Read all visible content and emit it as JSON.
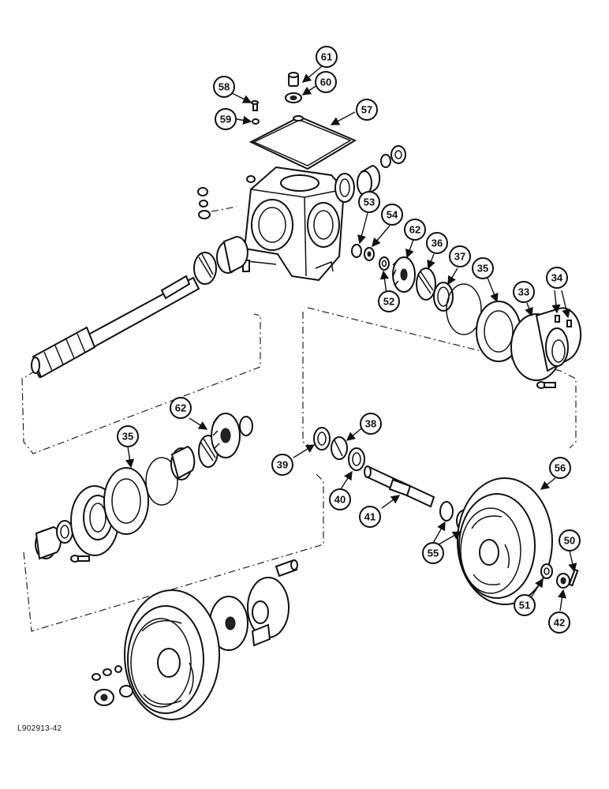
{
  "callouts": [
    "61",
    "58",
    "60",
    "59",
    "57",
    "53",
    "54",
    "62",
    "36",
    "37",
    "35",
    "34",
    "33",
    "52",
    "62",
    "35",
    "38",
    "39",
    "40",
    "41",
    "56",
    "55",
    "50",
    "51",
    "42"
  ],
  "drawing_id": "L902913-42"
}
